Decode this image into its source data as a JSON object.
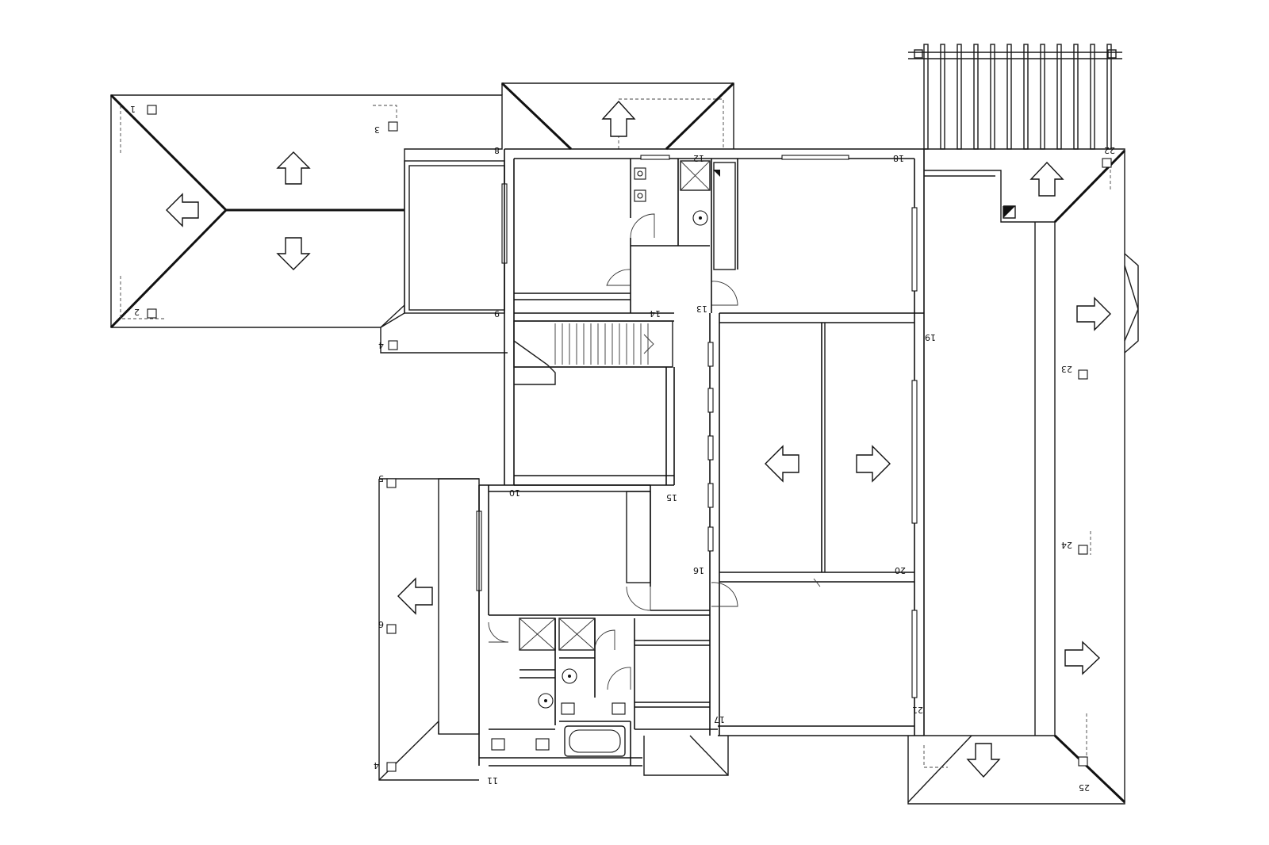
{
  "labels": {
    "n1": "1",
    "n2": "2",
    "n3": "3",
    "n4a": "4",
    "n5": "5",
    "n6": "6",
    "n4b": "4",
    "n8": "8",
    "n9": "9",
    "n10": "10",
    "n11": "11",
    "n12": "12",
    "n13": "13",
    "n14": "14",
    "n15": "15",
    "n16": "16",
    "n17": "17",
    "n18": "18",
    "n19": "19",
    "n20": "20",
    "n21": "21",
    "n22": "22",
    "n23": "23",
    "n24": "24",
    "n25": "25"
  },
  "colors": {
    "line": "#111111",
    "background": "#ffffff"
  },
  "icons": {
    "arrow": "slope-arrow-icon",
    "toilet": "toilet-icon",
    "sink": "sink-icon",
    "shower": "shower-icon",
    "bathtub": "bathtub-icon",
    "drain": "drain-icon"
  }
}
